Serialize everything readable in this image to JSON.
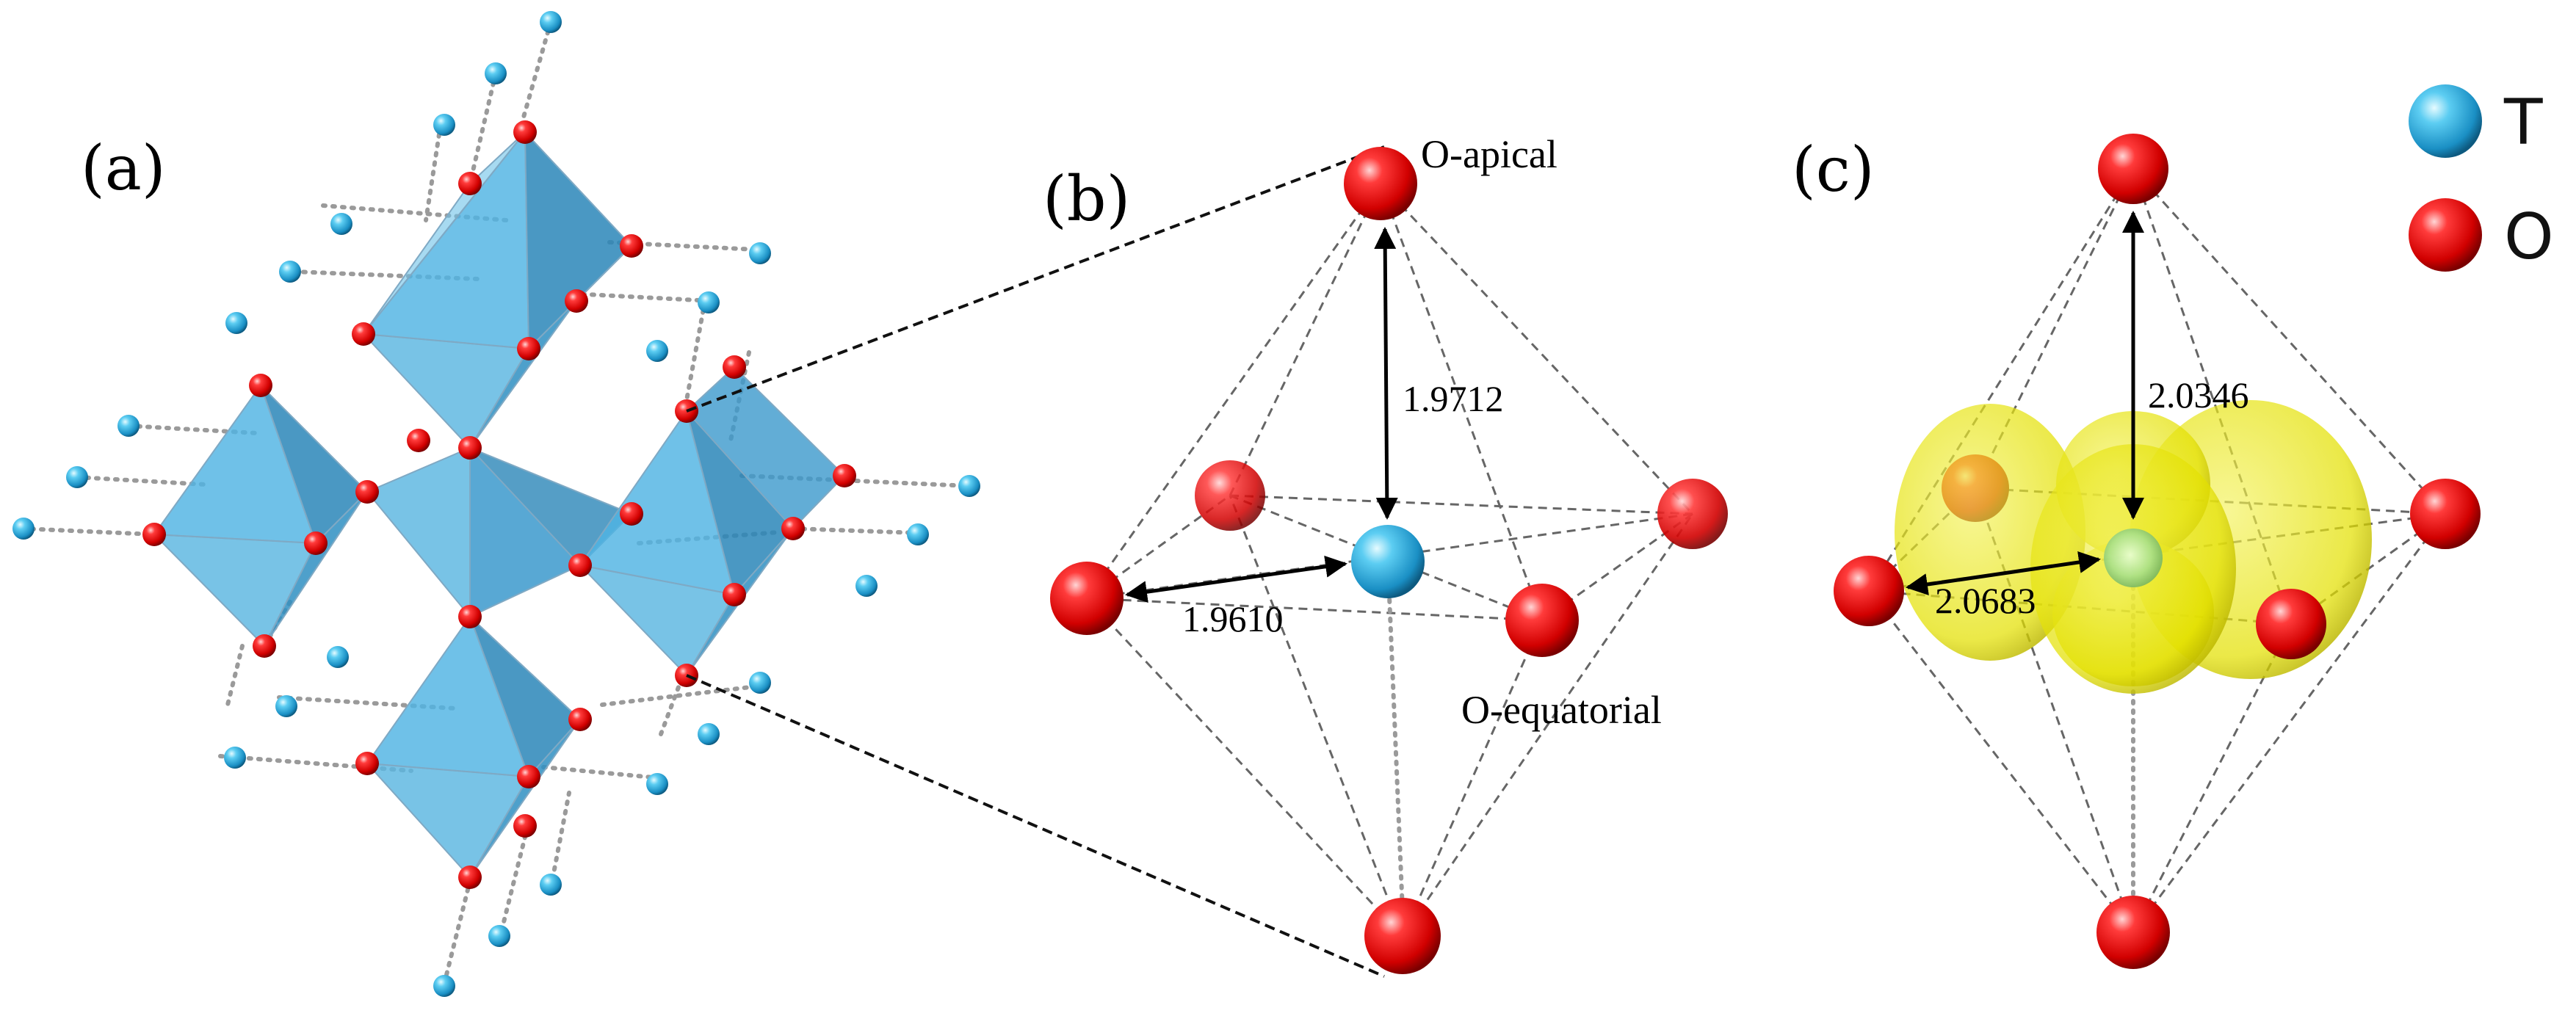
{
  "panels": {
    "a": {
      "label": "(a)"
    },
    "b": {
      "label": "(b)",
      "apical_site": "O-apical",
      "equatorial_site": "O-equatorial",
      "apical_bond": "1.9712",
      "equatorial_bond": "1.9610"
    },
    "c": {
      "label": "(c)",
      "apical_bond": "2.0346",
      "equatorial_bond": "2.0683"
    }
  },
  "legend": {
    "items": [
      {
        "label": "T",
        "color": "#39b3e6"
      },
      {
        "label": "O",
        "color": "#e61414"
      }
    ]
  },
  "colors": {
    "t_atom": "#39b3e6",
    "o_atom": "#e61414",
    "octahedron": "#3a9fd4",
    "orbital": "#f2f000"
  }
}
